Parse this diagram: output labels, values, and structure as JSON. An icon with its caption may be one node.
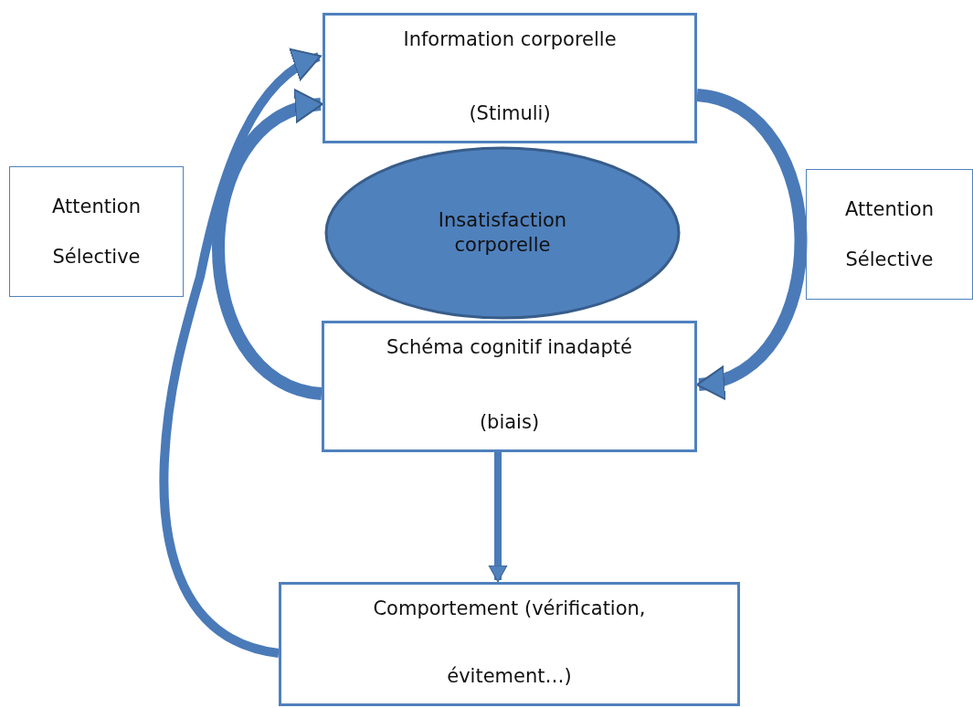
{
  "diagram": {
    "nodes": [
      {
        "text": [
          "Information corporelle",
          "(Stimuli)"
        ]
      },
      {
        "text": [
          "Attention",
          "Sélective"
        ]
      },
      {
        "text": [
          "Insatisfaction corporelle"
        ]
      },
      {
        "text": [
          "Attention",
          "Sélective"
        ]
      },
      {
        "text": [
          "Schéma cognitif inadapté",
          "(biais)"
        ]
      },
      {
        "text": [
          "Comportement (vérification,",
          "évitement…)"
        ]
      }
    ],
    "edges": [
      {
        "from": 0,
        "to": 4,
        "arrow": "to"
      },
      {
        "from": 4,
        "to": 0,
        "arrow": "to"
      },
      {
        "from": 4,
        "to": 5,
        "arrow": "to"
      },
      {
        "from": 5,
        "to": 0,
        "arrow": "to"
      }
    ]
  }
}
